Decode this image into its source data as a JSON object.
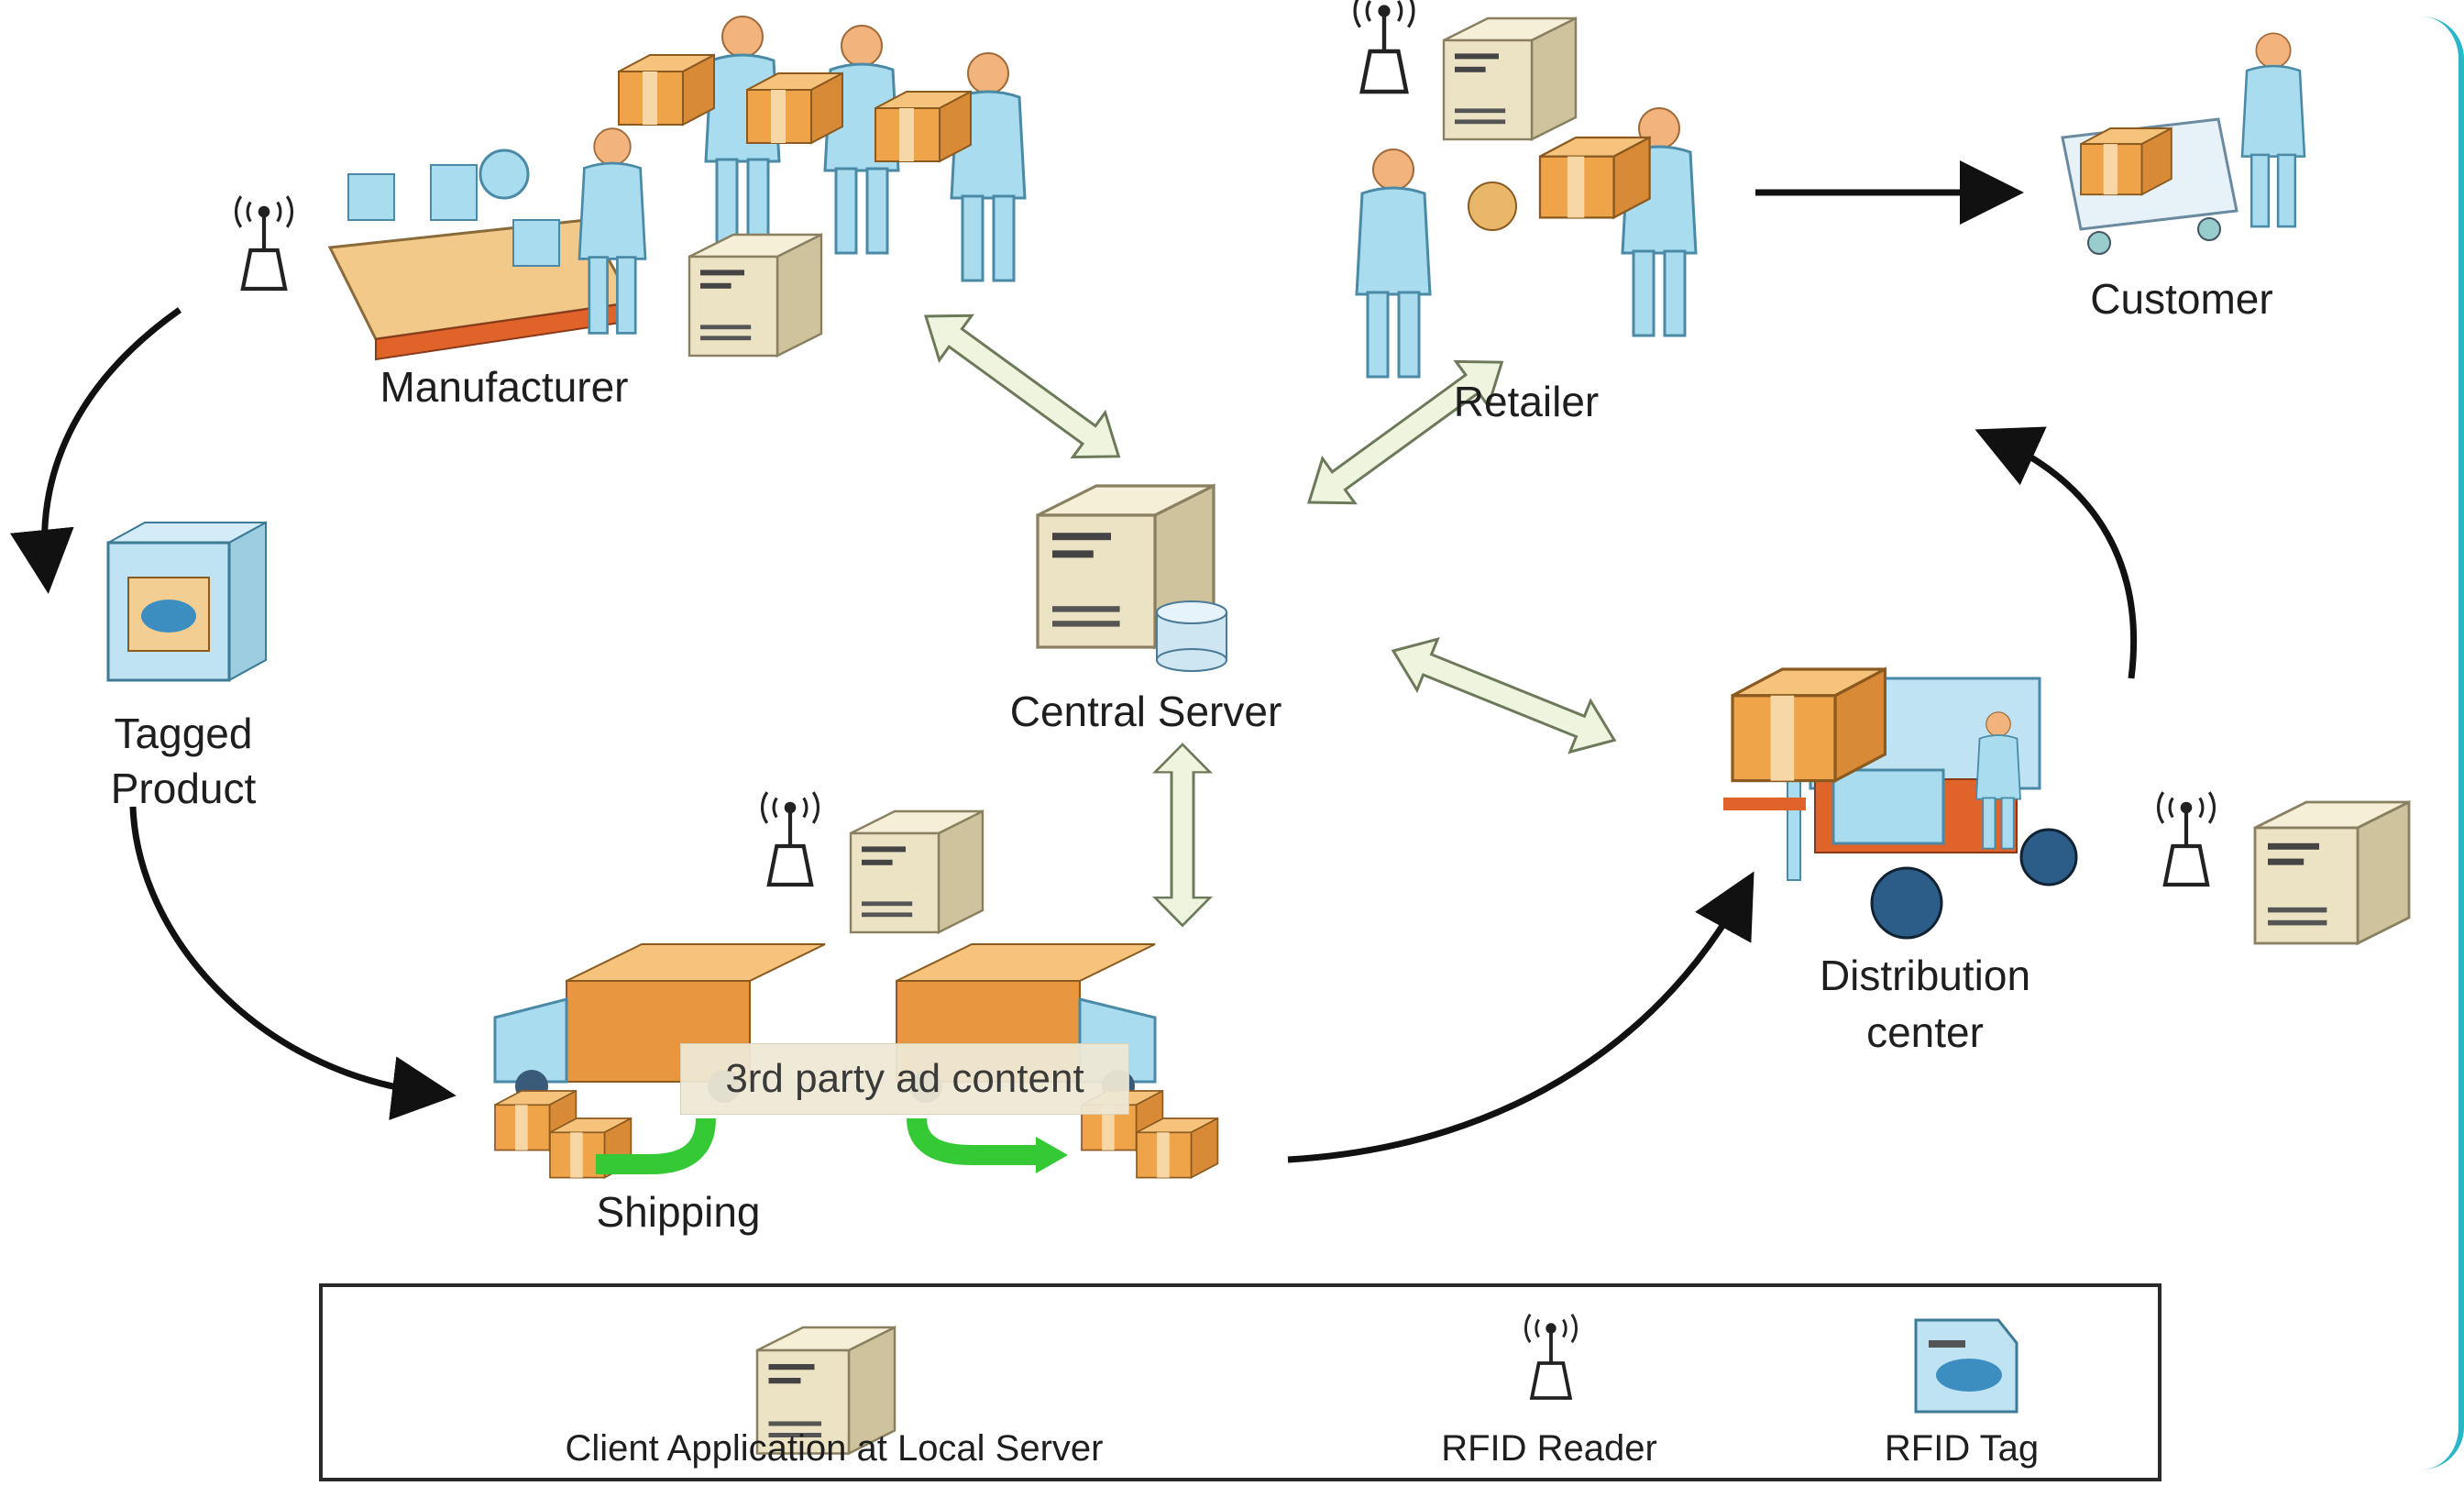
{
  "labels": {
    "manufacturer": "Manufacturer",
    "retailer": "Retailer",
    "customer": "Customer",
    "tagged_product_line1": "Tagged",
    "tagged_product_line2": "Product",
    "central_server": "Central Server",
    "shipping": "Shipping",
    "distribution_line1": "Distribution",
    "distribution_line2": "center"
  },
  "overlay": {
    "ad_text": "3rd party ad content"
  },
  "legend": {
    "client_app": "Client Application at Local Server",
    "rfid_reader": "RFID Reader",
    "rfid_tag": "RFID Tag"
  },
  "colors": {
    "worker_shirt": "#a9dcee",
    "worker_head": "#f2b37d",
    "box": "#f0a44a",
    "server": "#ece2c4",
    "double_arrow": "#eef4de",
    "accent_edge": "#2bb5c9",
    "green_arrow": "#35c935",
    "flow_arrow": "#111111"
  },
  "icons": [
    "rfid-reader-icon",
    "server-icon",
    "rfid-tag-icon",
    "worker-icon",
    "truck-icon",
    "forklift-icon",
    "cart-icon",
    "box-icon"
  ]
}
